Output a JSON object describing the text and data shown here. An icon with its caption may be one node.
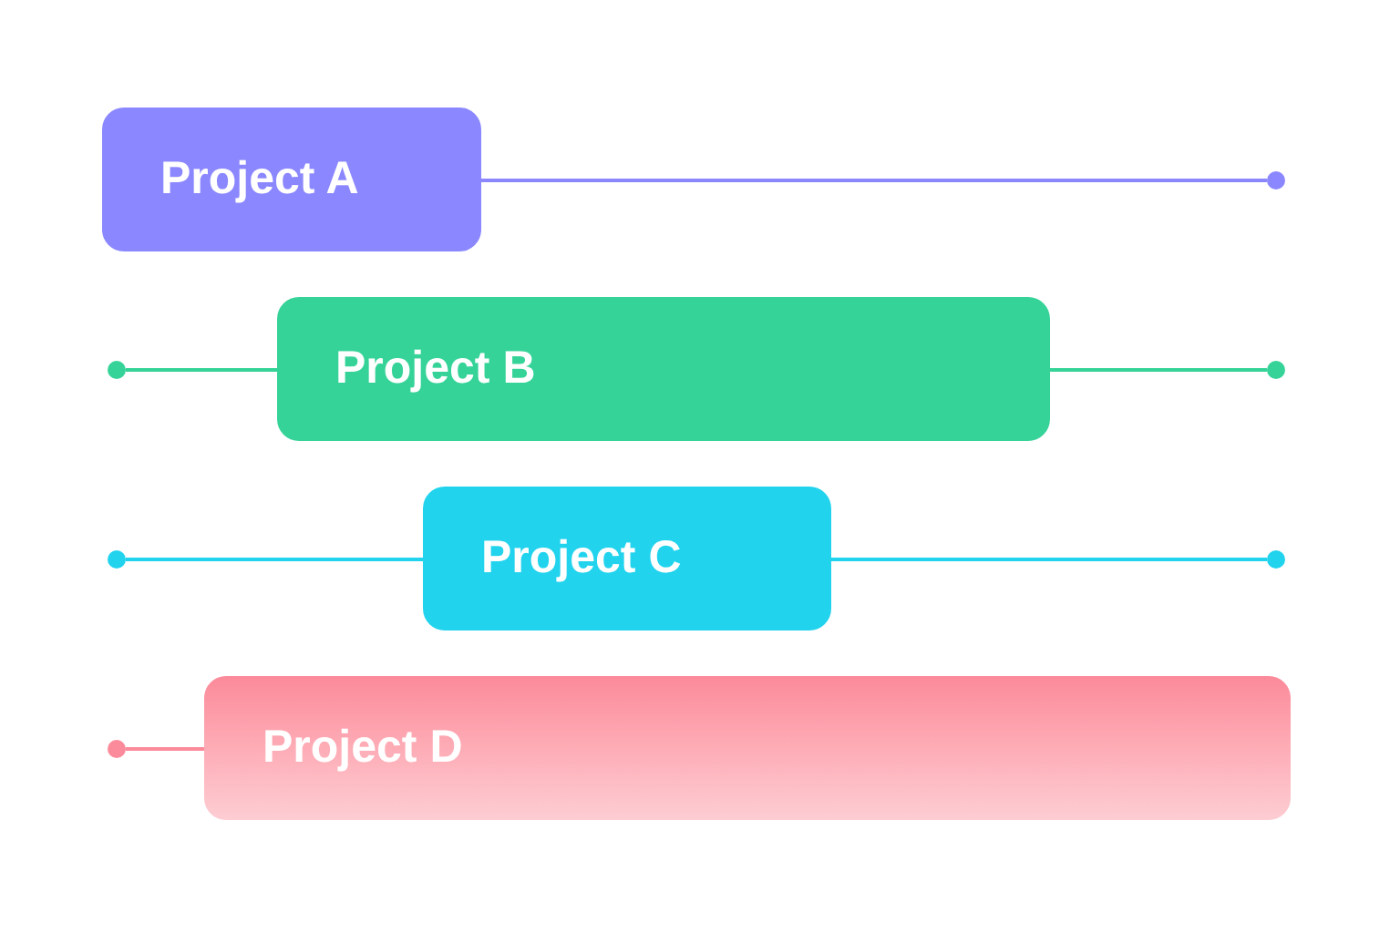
{
  "diagram": {
    "nodes": [
      {
        "text": [
          "Project A"
        ]
      },
      {
        "text": [],
        "shape": "circle"
      },
      {
        "text": [],
        "shape": "circle"
      },
      {
        "text": [
          "Project B"
        ]
      },
      {
        "text": [],
        "shape": "circle"
      },
      {
        "text": [],
        "shape": "circle"
      },
      {
        "text": [
          "Project C"
        ]
      },
      {
        "text": [],
        "shape": "circle"
      },
      {
        "text": [],
        "shape": "circle"
      },
      {
        "text": [
          "Project D"
        ]
      }
    ],
    "edges": [
      {
        "from": 0,
        "to": 1,
        "arrow": "none",
        "color": "#8b87ff"
      },
      {
        "from": 2,
        "to": 3,
        "arrow": "none",
        "color": "#36d399"
      },
      {
        "from": 3,
        "to": 4,
        "arrow": "none",
        "color": "#36d399"
      },
      {
        "from": 5,
        "to": 6,
        "arrow": "none",
        "color": "#22d3ee"
      },
      {
        "from": 6,
        "to": 7,
        "arrow": "none",
        "color": "#22d3ee"
      },
      {
        "from": 8,
        "to": 9,
        "arrow": "none",
        "color": "#fb8a9a"
      }
    ]
  }
}
